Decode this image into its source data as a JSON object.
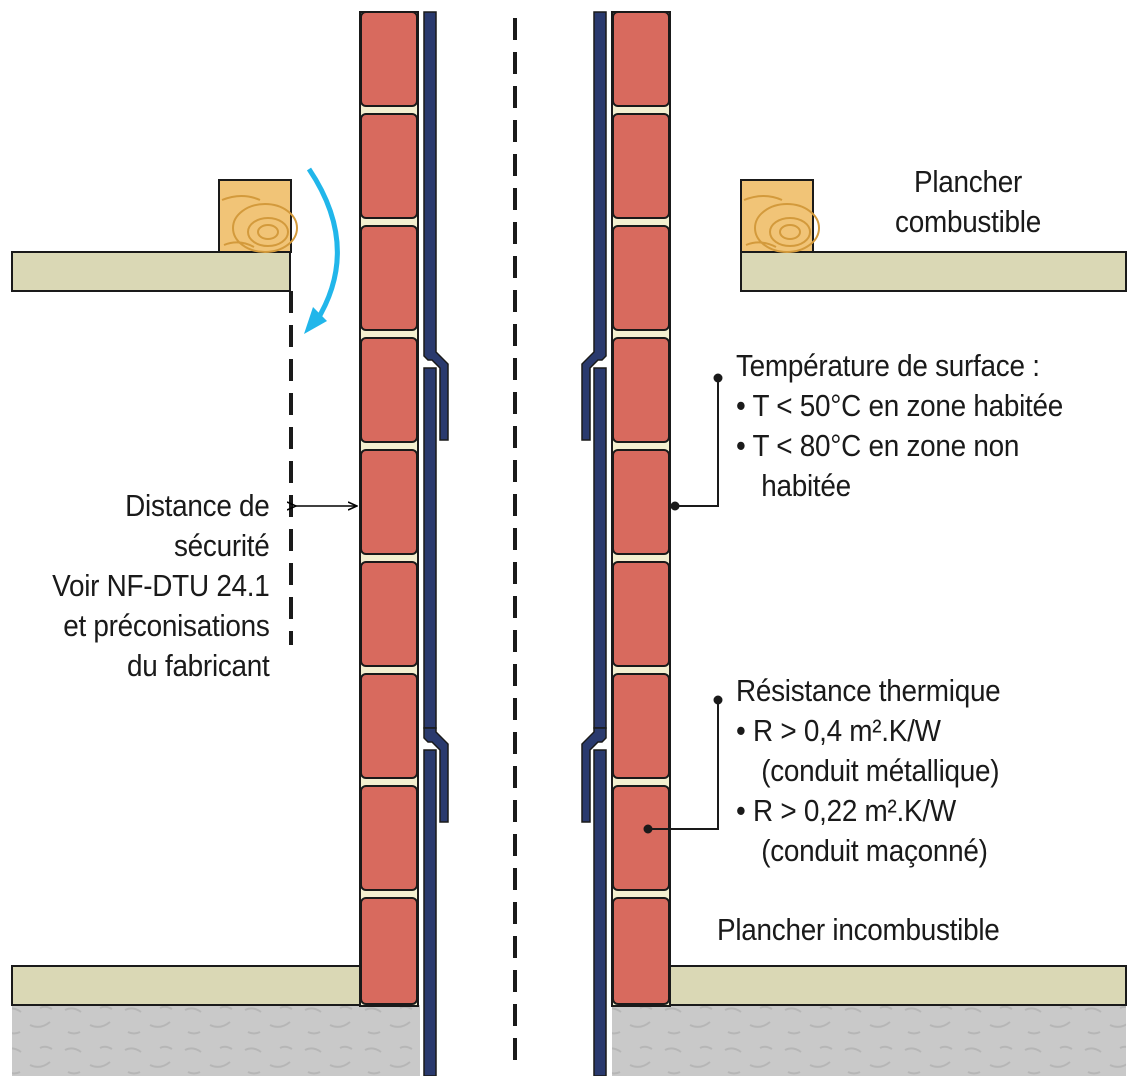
{
  "labels": {
    "plancher_combustible": [
      "Plancher",
      "combustible"
    ],
    "plancher_incombustible": "Plancher incombustible",
    "distance_securite": [
      "Distance de",
      "sécurité",
      "Voir NF-DTU 24.1",
      "et préconisations",
      "du fabricant"
    ],
    "temperature": {
      "title": "Température de surface :",
      "items": [
        "• T < 50°C en zone habitée",
        "• T < 80°C en zone non",
        "habitée"
      ]
    },
    "resistance": {
      "title": "Résistance thermique",
      "items": [
        "• R > 0,4 m².K/W",
        "(conduit métallique)",
        "• R > 0,22 m².K/W",
        "(conduit maçonné)"
      ]
    }
  },
  "colors": {
    "brick": "#d86a5e",
    "mortar": "#f3efd0",
    "floor": "#dad8b5",
    "concrete": "#c8c8c8",
    "liner": "#2a3a6e",
    "wood": "#f1c477",
    "arrow": "#21b6ea"
  }
}
